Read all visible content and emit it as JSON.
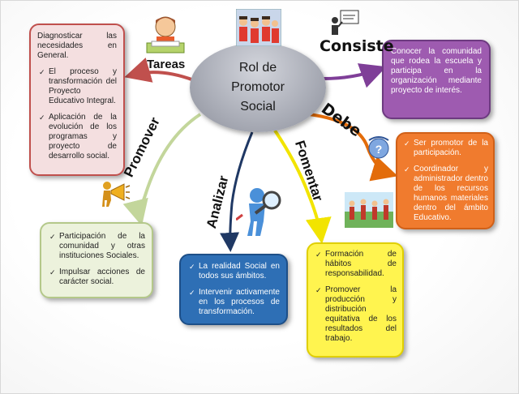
{
  "center": {
    "label": "Rol de Promotor Social"
  },
  "branches": {
    "tareas": {
      "label": "Tareas",
      "color": "#c0504d",
      "items": [
        "Diagnosticar las necesidades en General.",
        "El proceso y transformación del Proyecto Educativo Integral.",
        "Aplicación de la evolución de los programas y proyecto de desarrollo social."
      ]
    },
    "consiste": {
      "label": "Consiste",
      "color": "#9e5bb0",
      "text": "Conocer la comunidad que rodea la escuela y participa en la organización mediante proyecto de interés."
    },
    "debe": {
      "label": "Debe",
      "color": "#f07b2e",
      "items": [
        "Ser promotor de la participación.",
        "Coordinador y administrador dentro de los recursos humanos materiales dentro del ámbito Educativo."
      ]
    },
    "promover": {
      "label": "Promover",
      "color": "#c3d69b",
      "items": [
        "Participación de la comunidad y otras instituciones Sociales.",
        "Impulsar acciones de carácter social."
      ]
    },
    "analizar": {
      "label": "Analizar",
      "color": "#1f3864",
      "items": [
        "La realidad Social en todos sus ámbitos.",
        "Intervenir activamente en los procesos de transformación."
      ]
    },
    "fomentar": {
      "label": "Fomentar",
      "color": "#f2e400",
      "items": [
        "Formación de hábitos de responsabilidad.",
        "Promover la producción y distribución equitativa de los resultados del trabajo."
      ]
    }
  },
  "icons": [
    "student-writing-icon",
    "group-of-people-icon",
    "presenter-icon",
    "question-face-icon",
    "megaphone-person-icon",
    "magnifier-person-icon",
    "people-meeting-icon"
  ]
}
